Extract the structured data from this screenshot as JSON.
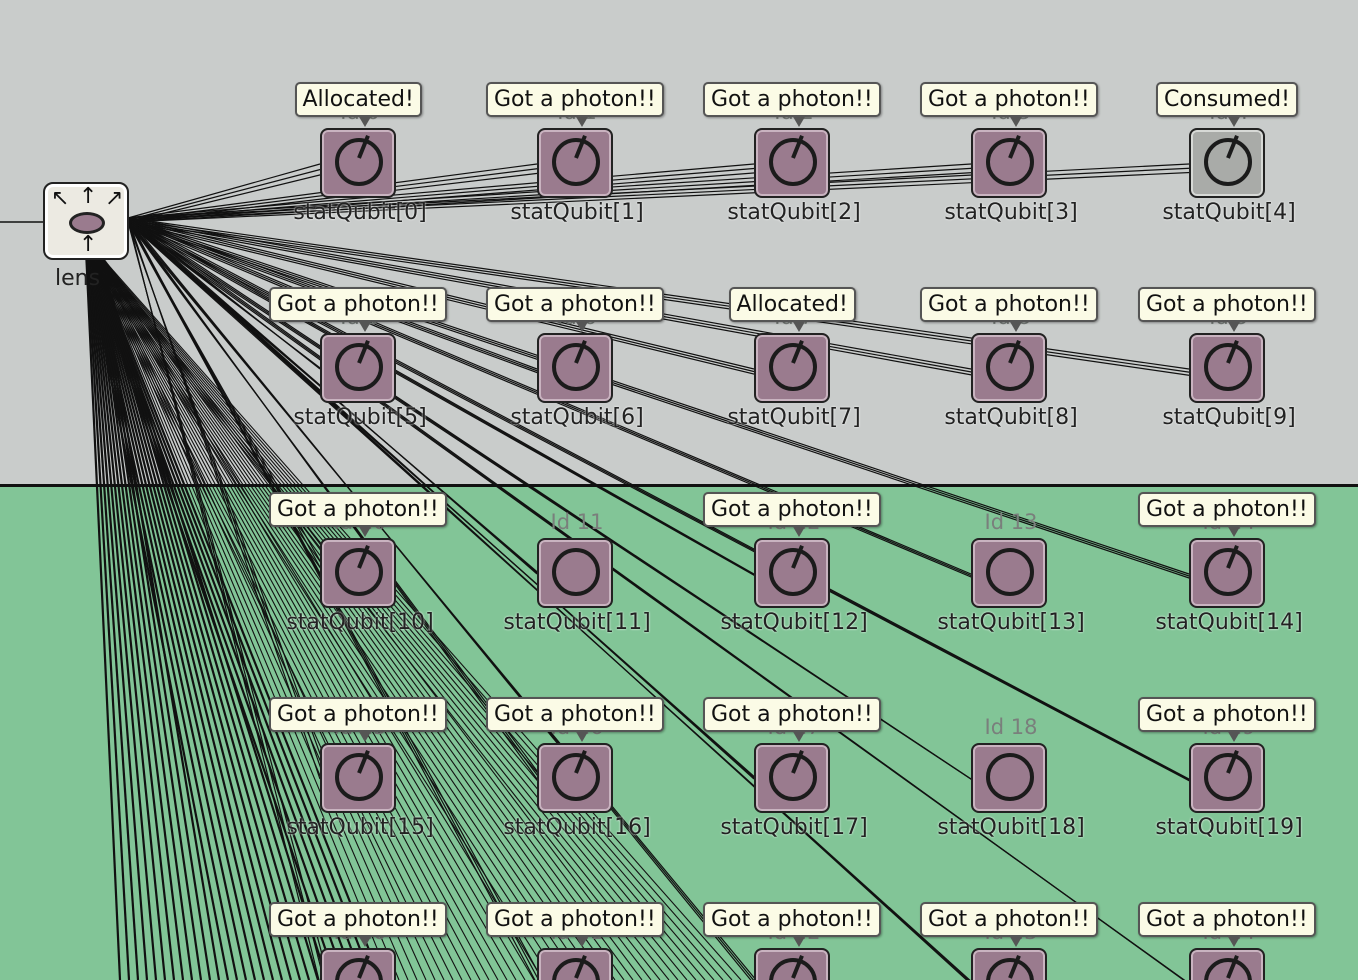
{
  "lens": {
    "label": "lens"
  },
  "modules": [
    {
      "id": "Id 0",
      "name": "statQubit[0]",
      "bubble": "Allocated!",
      "style": "purple",
      "col": 0,
      "row": 0
    },
    {
      "id": "Id 1",
      "name": "statQubit[1]",
      "bubble": "Got a photon!!",
      "style": "purple",
      "col": 1,
      "row": 0
    },
    {
      "id": "Id 2",
      "name": "statQubit[2]",
      "bubble": "Got a photon!!",
      "style": "purple",
      "col": 2,
      "row": 0
    },
    {
      "id": "Id 3",
      "name": "statQubit[3]",
      "bubble": "Got a photon!!",
      "style": "purple",
      "col": 3,
      "row": 0
    },
    {
      "id": "Id 4",
      "name": "statQubit[4]",
      "bubble": "Consumed!",
      "style": "gray",
      "col": 4,
      "row": 0
    },
    {
      "id": "Id 5",
      "name": "statQubit[5]",
      "bubble": "Got a photon!!",
      "style": "purple",
      "col": 0,
      "row": 1
    },
    {
      "id": "Id 6",
      "name": "statQubit[6]",
      "bubble": "Got a photon!!",
      "style": "purple",
      "col": 1,
      "row": 1
    },
    {
      "id": "Id 7",
      "name": "statQubit[7]",
      "bubble": "Allocated!",
      "style": "purple",
      "col": 2,
      "row": 1
    },
    {
      "id": "Id 8",
      "name": "statQubit[8]",
      "bubble": "Got a photon!!",
      "style": "purple",
      "col": 3,
      "row": 1
    },
    {
      "id": "Id 9",
      "name": "statQubit[9]",
      "bubble": "Got a photon!!",
      "style": "purple",
      "col": 4,
      "row": 1
    },
    {
      "id": "Id 10",
      "name": "statQubit[10]",
      "bubble": "Got a photon!!",
      "style": "purple",
      "col": 0,
      "row": 2
    },
    {
      "id": "Id 11",
      "name": "statQubit[11]",
      "bubble": "",
      "style": "idle",
      "col": 1,
      "row": 2
    },
    {
      "id": "Id 12",
      "name": "statQubit[12]",
      "bubble": "Got a photon!!",
      "style": "purple",
      "col": 2,
      "row": 2
    },
    {
      "id": "Id 13",
      "name": "statQubit[13]",
      "bubble": "",
      "style": "idle",
      "col": 3,
      "row": 2
    },
    {
      "id": "Id 14",
      "name": "statQubit[14]",
      "bubble": "Got a photon!!",
      "style": "purple",
      "col": 4,
      "row": 2
    },
    {
      "id": "Id 15",
      "name": "statQubit[15]",
      "bubble": "Got a photon!!",
      "style": "purple",
      "col": 0,
      "row": 3
    },
    {
      "id": "Id 16",
      "name": "statQubit[16]",
      "bubble": "Got a photon!!",
      "style": "purple",
      "col": 1,
      "row": 3
    },
    {
      "id": "Id 17",
      "name": "statQubit[17]",
      "bubble": "Got a photon!!",
      "style": "purple",
      "col": 2,
      "row": 3
    },
    {
      "id": "Id 18",
      "name": "statQubit[18]",
      "bubble": "",
      "style": "idle",
      "col": 3,
      "row": 3
    },
    {
      "id": "Id 19",
      "name": "statQubit[19]",
      "bubble": "Got a photon!!",
      "style": "purple",
      "col": 4,
      "row": 3
    },
    {
      "id": "Id 20",
      "name": "",
      "bubble": "Got a photon!!",
      "style": "purple",
      "col": 0,
      "row": 4
    },
    {
      "id": "Id 21",
      "name": "",
      "bubble": "Got a photon!!",
      "style": "purple",
      "col": 1,
      "row": 4
    },
    {
      "id": "Id 22",
      "name": "",
      "bubble": "Got a photon!!",
      "style": "purple",
      "col": 2,
      "row": 4
    },
    {
      "id": "Id 23",
      "name": "",
      "bubble": "Got a photon!!",
      "style": "purple",
      "col": 3,
      "row": 4
    },
    {
      "id": "Id 24",
      "name": "",
      "bubble": "Got a photon!!",
      "style": "purple",
      "col": 4,
      "row": 4
    }
  ],
  "colors": {
    "top_region": "#c9cccb",
    "bottom_region": "#82c597",
    "qubit": "#9a7b8e",
    "qubit_consumed": "#a9aba8",
    "bubble": "#fbfbe6"
  }
}
